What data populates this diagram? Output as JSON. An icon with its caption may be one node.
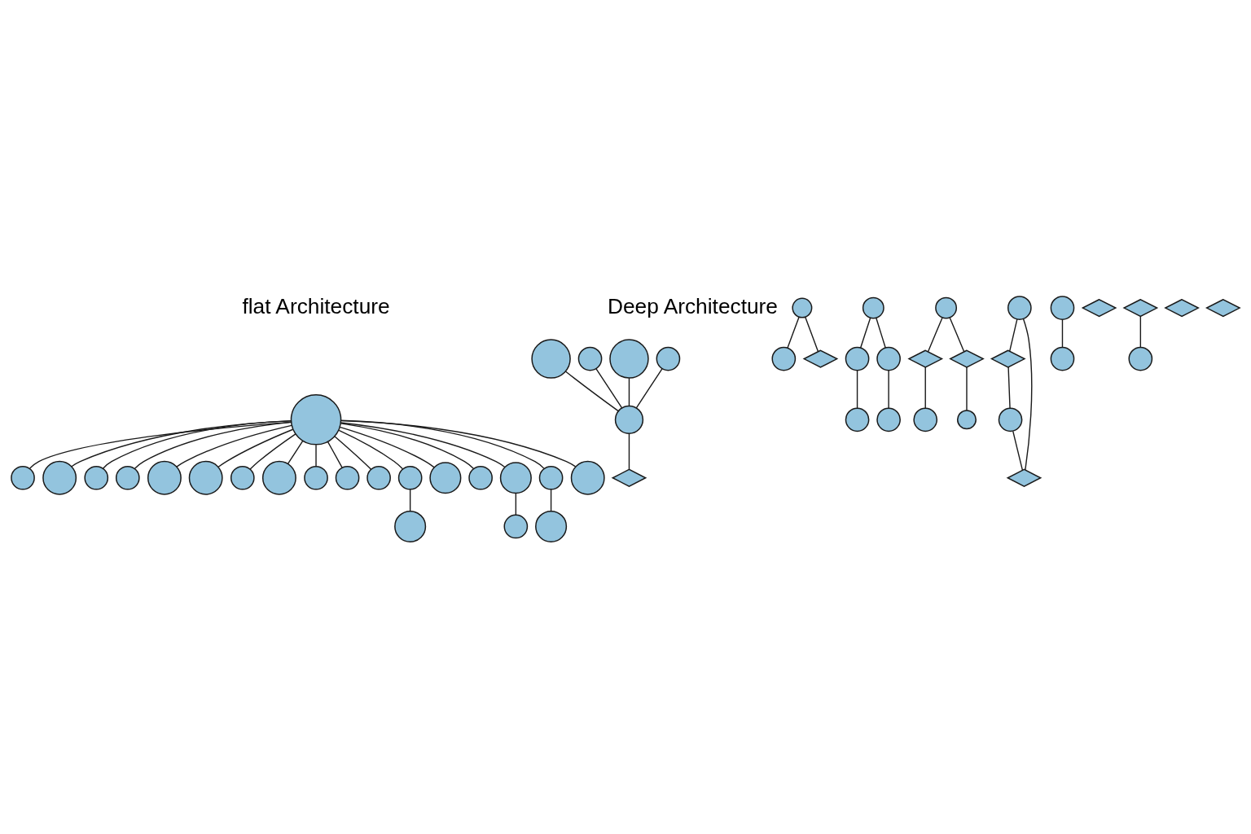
{
  "diagram": {
    "nodes": [
      {
        "text": [],
        "shape": "circle"
      },
      {
        "text": [],
        "shape": "circle"
      },
      {
        "text": [],
        "shape": "circle"
      },
      {
        "text": [],
        "shape": "circle"
      },
      {
        "text": [],
        "shape": "circle"
      },
      {
        "text": [],
        "shape": "circle"
      },
      {
        "text": [],
        "shape": "circle"
      },
      {
        "text": [],
        "shape": "circle"
      },
      {
        "text": [],
        "shape": "circle"
      },
      {
        "text": [],
        "shape": "circle"
      },
      {
        "text": [],
        "shape": "circle"
      },
      {
        "text": [],
        "shape": "circle"
      },
      {
        "text": [],
        "shape": "circle"
      },
      {
        "text": [],
        "shape": "circle"
      },
      {
        "text": [],
        "shape": "circle"
      },
      {
        "text": [],
        "shape": "circle"
      },
      {
        "text": [],
        "shape": "circle"
      },
      {
        "text": [],
        "shape": "circle"
      },
      {
        "text": [],
        "shape": "circle"
      },
      {
        "text": [],
        "shape": "circle"
      },
      {
        "text": [],
        "shape": "circle"
      },
      {
        "text": [],
        "shape": "circle"
      },
      {
        "text": [],
        "shape": "circle"
      },
      {
        "text": [],
        "shape": "circle"
      },
      {
        "text": [],
        "shape": "circle"
      },
      {
        "text": [],
        "shape": "circle"
      },
      {
        "text": [],
        "shape": "diamond"
      },
      {
        "text": [],
        "shape": "circle"
      },
      {
        "text": [],
        "shape": "circle"
      },
      {
        "text": [],
        "shape": "diamond"
      },
      {
        "text": [],
        "shape": "circle"
      },
      {
        "text": [],
        "shape": "circle"
      },
      {
        "text": [],
        "shape": "circle"
      },
      {
        "text": [],
        "shape": "circle"
      },
      {
        "text": [],
        "shape": "circle"
      },
      {
        "text": [],
        "shape": "diamond"
      },
      {
        "text": [],
        "shape": "circle"
      },
      {
        "text": [],
        "shape": "circle"
      },
      {
        "text": [],
        "shape": "diamond"
      },
      {
        "text": [],
        "shape": "circle"
      },
      {
        "text": [],
        "shape": "diamond"
      },
      {
        "text": [],
        "shape": "circle"
      },
      {
        "text": [],
        "shape": "circle"
      },
      {
        "text": [],
        "shape": "diamond"
      },
      {
        "text": [],
        "shape": "circle"
      },
      {
        "text": [],
        "shape": "circle"
      },
      {
        "text": [],
        "shape": "diamond"
      },
      {
        "text": [],
        "shape": "diamond"
      },
      {
        "text": [],
        "shape": "circle"
      },
      {
        "text": [],
        "shape": "diamond"
      },
      {
        "text": [],
        "shape": "diamond"
      }
    ],
    "edges": [
      {
        "from": 0,
        "to": 1,
        "arrow": "none"
      },
      {
        "from": 0,
        "to": 2,
        "arrow": "none"
      },
      {
        "from": 0,
        "to": 3,
        "arrow": "none"
      },
      {
        "from": 0,
        "to": 4,
        "arrow": "none"
      },
      {
        "from": 0,
        "to": 5,
        "arrow": "none"
      },
      {
        "from": 0,
        "to": 6,
        "arrow": "none"
      },
      {
        "from": 0,
        "to": 7,
        "arrow": "none"
      },
      {
        "from": 0,
        "to": 8,
        "arrow": "none"
      },
      {
        "from": 0,
        "to": 9,
        "arrow": "none"
      },
      {
        "from": 0,
        "to": 10,
        "arrow": "none"
      },
      {
        "from": 0,
        "to": 11,
        "arrow": "none"
      },
      {
        "from": 0,
        "to": 12,
        "arrow": "none"
      },
      {
        "from": 12,
        "to": 13,
        "arrow": "none"
      },
      {
        "from": 0,
        "to": 14,
        "arrow": "none"
      },
      {
        "from": 0,
        "to": 15,
        "arrow": "none"
      },
      {
        "from": 0,
        "to": 16,
        "arrow": "none"
      },
      {
        "from": 16,
        "to": 17,
        "arrow": "none"
      },
      {
        "from": 0,
        "to": 18,
        "arrow": "none"
      },
      {
        "from": 18,
        "to": 19,
        "arrow": "none"
      },
      {
        "from": 0,
        "to": 20,
        "arrow": "none"
      },
      {
        "from": 21,
        "to": 24,
        "arrow": "none"
      },
      {
        "from": 22,
        "to": 24,
        "arrow": "none"
      },
      {
        "from": 23,
        "to": 24,
        "arrow": "none"
      },
      {
        "from": 25,
        "to": 24,
        "arrow": "none"
      },
      {
        "from": 24,
        "to": 26,
        "arrow": "none"
      },
      {
        "from": 27,
        "to": 28,
        "arrow": "none"
      },
      {
        "from": 27,
        "to": 29,
        "arrow": "none"
      },
      {
        "from": 30,
        "to": 31,
        "arrow": "none"
      },
      {
        "from": 32,
        "to": 30,
        "arrow": "none"
      },
      {
        "from": 32,
        "to": 33,
        "arrow": "none"
      },
      {
        "from": 33,
        "to": 34,
        "arrow": "none"
      },
      {
        "from": 36,
        "to": 35,
        "arrow": "none"
      },
      {
        "from": 35,
        "to": 37,
        "arrow": "none"
      },
      {
        "from": 36,
        "to": 38,
        "arrow": "none"
      },
      {
        "from": 38,
        "to": 39,
        "arrow": "none"
      },
      {
        "from": 41,
        "to": 40,
        "arrow": "none"
      },
      {
        "from": 40,
        "to": 42,
        "arrow": "none"
      },
      {
        "from": 41,
        "to": 43,
        "arrow": "none"
      },
      {
        "from": 42,
        "to": 43,
        "arrow": "none"
      },
      {
        "from": 44,
        "to": 45,
        "arrow": "none"
      },
      {
        "from": 47,
        "to": 48,
        "arrow": "none"
      }
    ],
    "labels": [
      "flat Architecture",
      "Deep Architecture"
    ]
  }
}
